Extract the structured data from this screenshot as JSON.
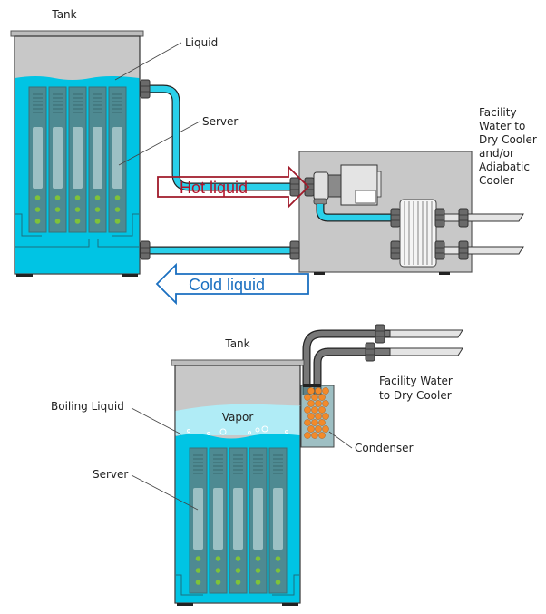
{
  "top_diagram": {
    "tank_label": "Tank",
    "liquid_label": "Liquid",
    "server_label": "Server",
    "facility_label_lines": [
      "Facility",
      "Water to",
      "Dry Cooler",
      "and/or",
      "Adiabatic",
      "Cooler"
    ],
    "hot_arrow_label": "Hot liquid",
    "cold_arrow_label": "Cold liquid",
    "server_count": 5
  },
  "bottom_diagram": {
    "tank_label": "Tank",
    "boiling_label": "Boiling Liquid",
    "vapor_label": "Vapor",
    "server_label": "Server",
    "condenser_label": "Condenser",
    "facility_label_lines": [
      "Facility Water",
      "to Dry Cooler"
    ],
    "server_count": 5
  },
  "colors": {
    "liquid": "#00c4e4",
    "pipe": "#2ad0ea",
    "tank_gray": "#c8c8c8",
    "server": "#4e8a92",
    "server_slot": "#9cc0c4",
    "led": "#7ec23a",
    "hot_arrow": "#a01a2a",
    "cold_arrow": "#1a6fc0",
    "condenser_tube": "#f28a2a",
    "vapor": "#b0ecf6"
  }
}
